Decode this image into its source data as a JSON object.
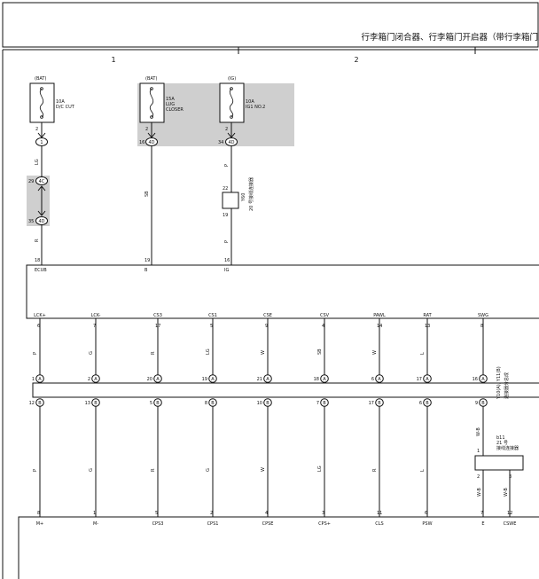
{
  "title": "行李箱门闭合器、行李箱门开启器（带行李箱门",
  "zones": [
    "1",
    "2"
  ],
  "fuses": [
    {
      "source": "(BAT)",
      "rating": "10A",
      "name1": "D/C CUT",
      "name2": ""
    },
    {
      "source": "(BAT)",
      "rating": "15A",
      "name1": "LUG",
      "name2": "CLOSER"
    },
    {
      "source": "(IG)",
      "rating": "10A",
      "name1": "IG1 NO.2",
      "name2": ""
    }
  ],
  "pins_top": [
    {
      "pin": "2",
      "conn": "1",
      "wire": "LG"
    },
    {
      "pin": "2",
      "side_pin": "16",
      "conn": "4D",
      "wire": "SB"
    },
    {
      "pin": "2",
      "side_pin": "34",
      "conn": "4D",
      "wire": "P"
    }
  ],
  "junction": {
    "pin_a": "29",
    "conn_a": "4C",
    "pin_b": "35",
    "conn_b": "4D",
    "wire": "R"
  },
  "y60": {
    "code": "Y60",
    "label": "20 号接线连接器",
    "pin_top": "22",
    "pin_bottom": "19",
    "wire": "P"
  },
  "ecu_top_pins": [
    {
      "pin": "18",
      "name": "ECUB"
    },
    {
      "pin": "19",
      "name": "B"
    },
    {
      "pin": "16",
      "name": "IG"
    }
  ],
  "ecu_bottom_pins": [
    {
      "pin": "6",
      "name": "LCK+",
      "wire": "P"
    },
    {
      "pin": "7",
      "name": "LCK-",
      "wire": "G"
    },
    {
      "pin": "17",
      "name": "CS3",
      "wire": "R"
    },
    {
      "pin": "5",
      "name": "CS1",
      "wire": "LG"
    },
    {
      "pin": "9",
      "name": "CSE",
      "wire": "W"
    },
    {
      "pin": "4",
      "name": "CSV",
      "wire": "SB"
    },
    {
      "pin": "14",
      "name": "PAWL",
      "wire": "W"
    },
    {
      "pin": "13",
      "name": "RAT",
      "wire": "L"
    },
    {
      "pin": "8",
      "name": "SWG",
      "wire": ""
    }
  ],
  "harness": {
    "label1": "Y10(A), Y11(B)",
    "label2": "连接器分总成",
    "top": [
      {
        "pin": "1",
        "c": "A"
      },
      {
        "pin": "2",
        "c": "A"
      },
      {
        "pin": "20",
        "c": "A"
      },
      {
        "pin": "19",
        "c": "A"
      },
      {
        "pin": "21",
        "c": "A"
      },
      {
        "pin": "18",
        "c": "A"
      },
      {
        "pin": "6",
        "c": "A"
      },
      {
        "pin": "17",
        "c": "A"
      },
      {
        "pin": "16",
        "c": "A"
      }
    ],
    "bottom": [
      {
        "pin": "12",
        "c": "B"
      },
      {
        "pin": "13",
        "c": "B"
      },
      {
        "pin": "5",
        "c": "B"
      },
      {
        "pin": "8",
        "c": "B"
      },
      {
        "pin": "10",
        "c": "B"
      },
      {
        "pin": "7",
        "c": "B"
      },
      {
        "pin": "17",
        "c": "B"
      },
      {
        "pin": "6",
        "c": "B"
      },
      {
        "pin": "9",
        "c": "B"
      }
    ]
  },
  "lower_wires": [
    "P",
    "G",
    "R",
    "G",
    "W",
    "LG",
    "R",
    "L",
    "W-B"
  ],
  "b11": {
    "code": "b11",
    "label1": "21 号",
    "label2": "接线连接器",
    "pin_in": "1",
    "pin_a": "2",
    "pin_b": "3",
    "wire_a": "W-B",
    "wire_b": "W-B"
  },
  "bottom_pins": [
    {
      "pin": "8",
      "name": "M+"
    },
    {
      "pin": "1",
      "name": "M-"
    },
    {
      "pin": "5",
      "name": "CPS3"
    },
    {
      "pin": "2",
      "name": "CPS1"
    },
    {
      "pin": "4",
      "name": "CPSE"
    },
    {
      "pin": "3",
      "name": "CPS+"
    },
    {
      "pin": "11",
      "name": "CLS"
    },
    {
      "pin": "6",
      "name": "PSW"
    },
    {
      "pin": "7",
      "name": "E"
    },
    {
      "pin": "12",
      "name": "CSWE"
    }
  ],
  "colors": {
    "line": "#111111",
    "shade": "#cfcfcf",
    "background": "#ffffff"
  }
}
